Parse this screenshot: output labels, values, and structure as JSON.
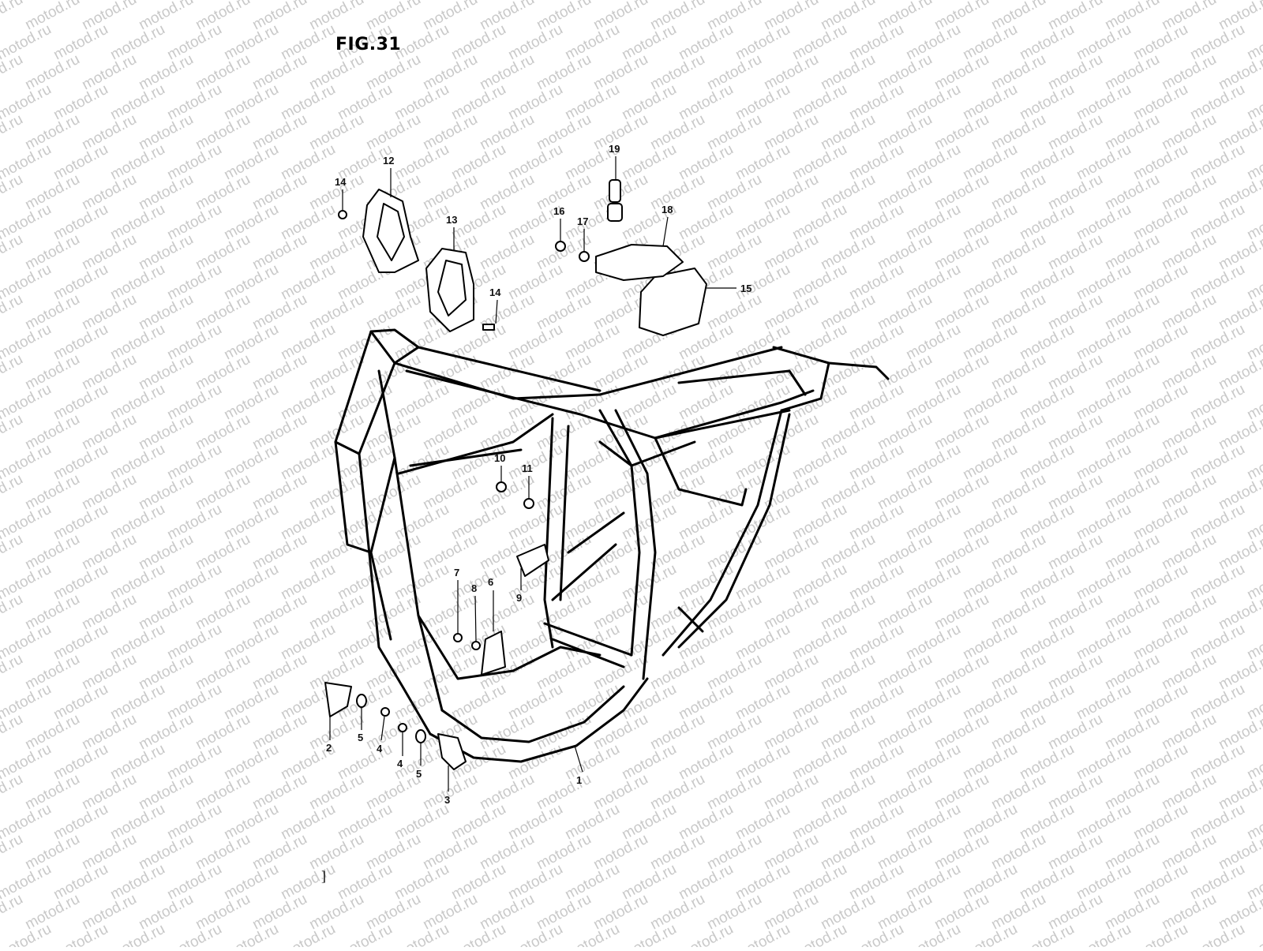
{
  "figure": {
    "title": "FIG.31",
    "watermark_text": "motod.ru",
    "watermark_color": "#c9c9c9",
    "corner_mark": "]"
  },
  "callouts": [
    {
      "id": "c1",
      "label": "1"
    },
    {
      "id": "c2",
      "label": "2"
    },
    {
      "id": "c3",
      "label": "3"
    },
    {
      "id": "c4a",
      "label": "4"
    },
    {
      "id": "c4b",
      "label": "4"
    },
    {
      "id": "c5a",
      "label": "5"
    },
    {
      "id": "c5b",
      "label": "5"
    },
    {
      "id": "c6",
      "label": "6"
    },
    {
      "id": "c7",
      "label": "7"
    },
    {
      "id": "c8",
      "label": "8"
    },
    {
      "id": "c9",
      "label": "9"
    },
    {
      "id": "c10",
      "label": "10"
    },
    {
      "id": "c11",
      "label": "11"
    },
    {
      "id": "c12",
      "label": "12"
    },
    {
      "id": "c13",
      "label": "13"
    },
    {
      "id": "c14a",
      "label": "14"
    },
    {
      "id": "c14b",
      "label": "14"
    },
    {
      "id": "c15",
      "label": "15"
    },
    {
      "id": "c16",
      "label": "16"
    },
    {
      "id": "c17",
      "label": "17"
    },
    {
      "id": "c18",
      "label": "18"
    },
    {
      "id": "c19",
      "label": "19"
    }
  ]
}
